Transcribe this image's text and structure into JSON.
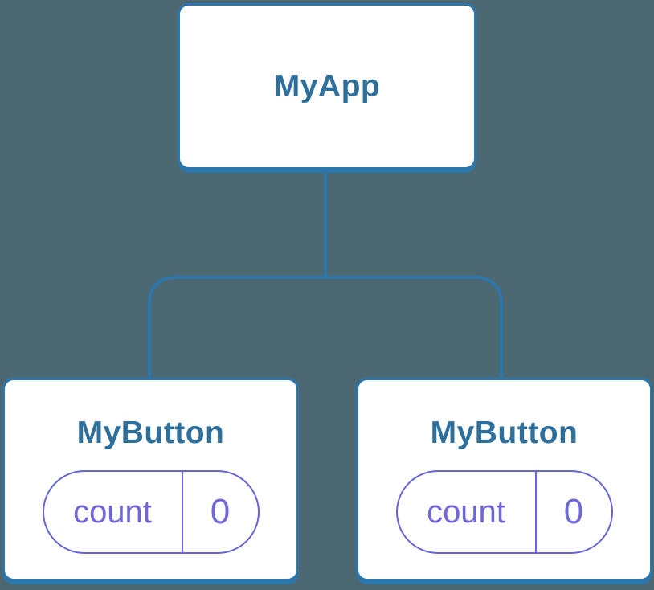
{
  "diagram": {
    "type": "component-tree",
    "root": {
      "label": "MyApp"
    },
    "children": [
      {
        "label": "MyButton",
        "state": {
          "key": "count",
          "value": "0"
        }
      },
      {
        "label": "MyButton",
        "state": {
          "key": "count",
          "value": "0"
        }
      }
    ]
  },
  "colors": {
    "background": "#4C6872",
    "connector_blue": "#2B76AC",
    "node_border": "#2B76AC",
    "node_fill": "#FFFFFF",
    "node_label": "#2F6F9C",
    "state_border": "#6565D8",
    "state_text": "#6F67D9"
  }
}
